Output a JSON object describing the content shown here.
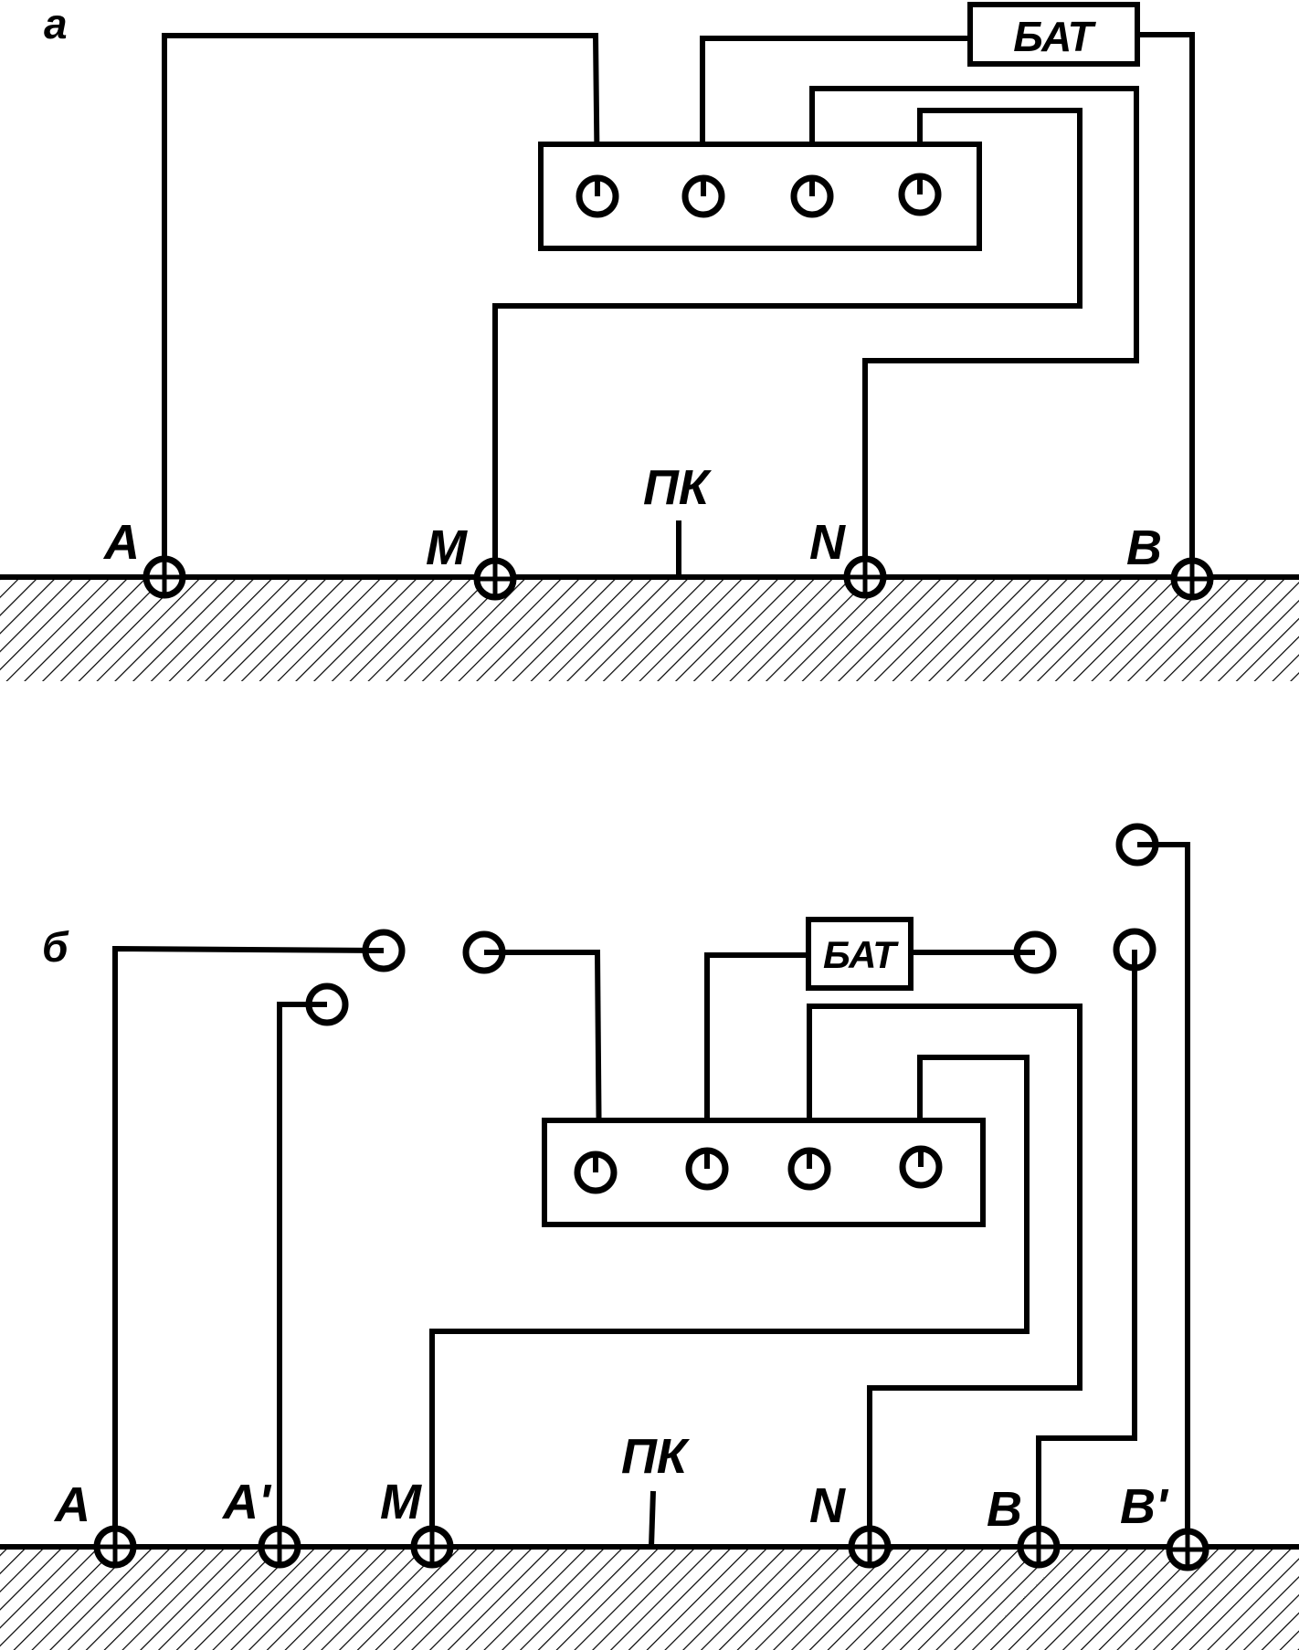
{
  "panel_a": {
    "label": "а",
    "battery_label": "БАТ",
    "picket_label": "ПК",
    "electrodes": [
      "A",
      "M",
      "N",
      "B"
    ]
  },
  "panel_b": {
    "label": "б",
    "battery_label": "БАТ",
    "picket_label": "ПК",
    "electrodes": [
      "A",
      "A'",
      "M",
      "N",
      "B",
      "B'"
    ]
  }
}
